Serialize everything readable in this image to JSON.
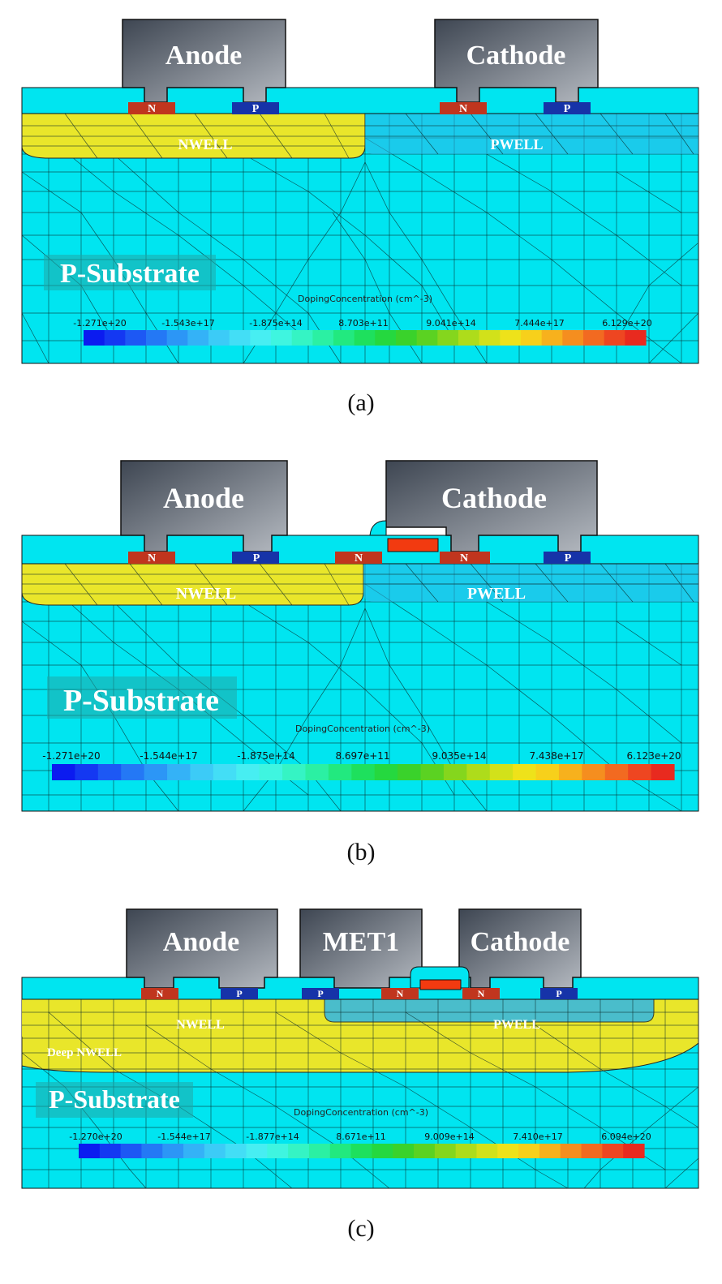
{
  "panels": [
    {
      "caption": "(a)",
      "electrodes": [
        "Anode",
        "Cathode"
      ],
      "wells": [
        "NWELL",
        "PWELL"
      ],
      "diffusions": [
        "N",
        "P",
        "N",
        "P"
      ],
      "substrate_label": "P-Substrate",
      "colorbar_title": "DopingConcentration (cm^-3)",
      "colorbar_ticks": [
        "-1.271e+20",
        "-1.543e+17",
        "-1.875e+14",
        "8.703e+11",
        "9.041e+14",
        "7.444e+17",
        "6.129e+20"
      ]
    },
    {
      "caption": "(b)",
      "electrodes": [
        "Anode",
        "Cathode"
      ],
      "wells": [
        "NWELL",
        "PWELL"
      ],
      "diffusions": [
        "N",
        "P",
        "N",
        "N",
        "P"
      ],
      "substrate_label": "P-Substrate",
      "colorbar_title": "DopingConcentration (cm^-3)",
      "colorbar_ticks": [
        "-1.271e+20",
        "-1.544e+17",
        "-1.875e+14",
        "8.697e+11",
        "9.035e+14",
        "7.438e+17",
        "6.123e+20"
      ]
    },
    {
      "caption": "(c)",
      "electrodes": [
        "Anode",
        "MET1",
        "Cathode"
      ],
      "wells": [
        "NWELL",
        "PWELL",
        "Deep NWELL"
      ],
      "diffusions": [
        "N",
        "P",
        "P",
        "N",
        "N",
        "P"
      ],
      "substrate_label": "P-Substrate",
      "colorbar_title": "DopingConcentration (cm^-3)",
      "colorbar_ticks": [
        "-1.270e+20",
        "-1.544e+17",
        "-1.877e+14",
        "8.671e+11",
        "9.009e+14",
        "7.410e+17",
        "6.094e+20"
      ]
    }
  ],
  "colors": {
    "substrate": "#00e5f0",
    "nwell": "#e9e62a",
    "pwell": "#2fb6e8",
    "metal_top": "#3e4652",
    "metal_bottom": "#aeb3ba",
    "n_diffusion": "#c0351e",
    "p_diffusion": "#1633a8",
    "poly": "#f23a10"
  },
  "colorbar_colors": [
    "#0b1bf0",
    "#1438f2",
    "#1d58f4",
    "#2478f5",
    "#2c96f6",
    "#34b2f7",
    "#3ccbf7",
    "#43def6",
    "#47eef2",
    "#3ff5e0",
    "#35f4c4",
    "#2bf0a3",
    "#22e97f",
    "#1ee05d",
    "#25d83f",
    "#3ad22b",
    "#5bd222",
    "#85d61d",
    "#aedc1b",
    "#d2e11a",
    "#eee21a",
    "#f7d01b",
    "#f7b11d",
    "#f58e1f",
    "#f26a21",
    "#ee4621",
    "#e82a1f"
  ]
}
